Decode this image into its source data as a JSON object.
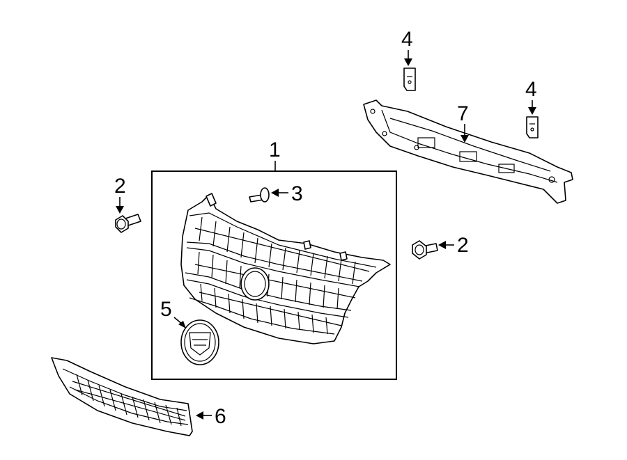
{
  "callouts": {
    "grille": "1",
    "bolt_left": "2",
    "bolt_right": "2",
    "pin": "3",
    "clip_top": "4",
    "clip_right": "4",
    "emblem": "5",
    "lower_grille": "6",
    "bracket": "7"
  }
}
